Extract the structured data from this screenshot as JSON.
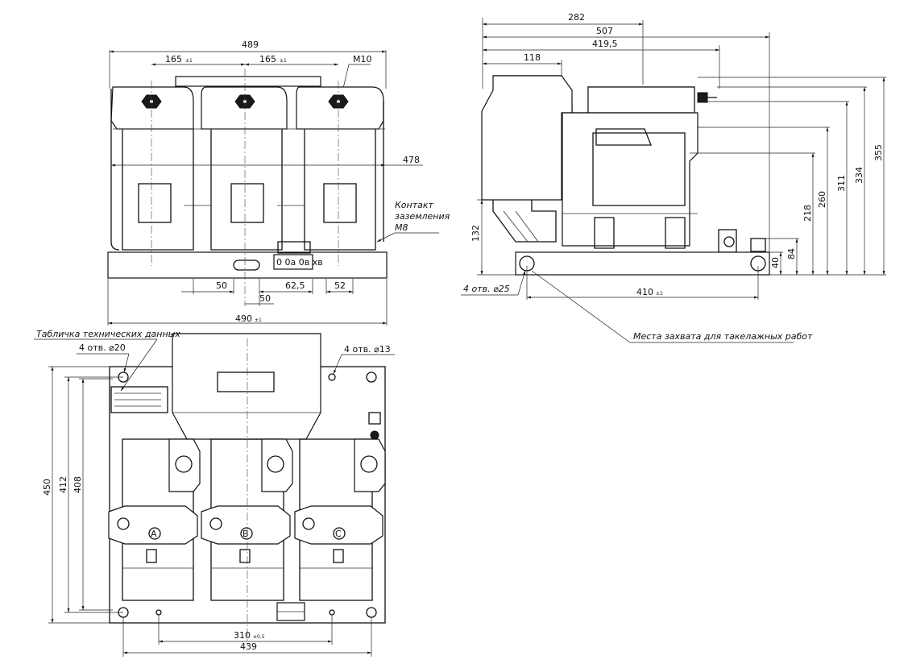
{
  "front_view": {
    "dim_overall_top": "489",
    "dim_pitch_1": "165",
    "dim_pitch_2": "165",
    "tol_pitch": "±1",
    "thread_label": "M10",
    "dim_width_mid": "478",
    "ground_contact_label": [
      "Контакт",
      "заземления",
      "M8"
    ],
    "dim_base_left": "50",
    "dim_base_center": "50",
    "dim_base_right_1": "62,5",
    "dim_base_right_2": "52",
    "dim_base_total": "490",
    "tol_base_total": "±1",
    "terminal_block_text": "0 0a 0в хв"
  },
  "side_view": {
    "dim_282": "282",
    "dim_507": "507",
    "dim_419_5": "419,5",
    "dim_118": "118",
    "dim_132": "132",
    "dim_218": "218",
    "dim_260": "260",
    "dim_311": "311",
    "dim_334": "334",
    "dim_355": "355",
    "dim_84": "84",
    "dim_40": "40",
    "dim_410": "410",
    "tol_410": "±1",
    "holes_label": "4 отв. ⌀25",
    "lifting_label": "Места захвата для такелажных работ"
  },
  "top_view": {
    "nameplate_label": "Табличка технических данных",
    "holes20_label": "4 отв. ⌀20",
    "holes13_label": "4 отв. ⌀13",
    "dim_450": "450",
    "dim_412": "412",
    "dim_408": "408",
    "dim_310": "310",
    "tol_310": "±0,5",
    "dim_439": "439",
    "phase_a": "A",
    "phase_b": "B",
    "phase_c": "C"
  }
}
